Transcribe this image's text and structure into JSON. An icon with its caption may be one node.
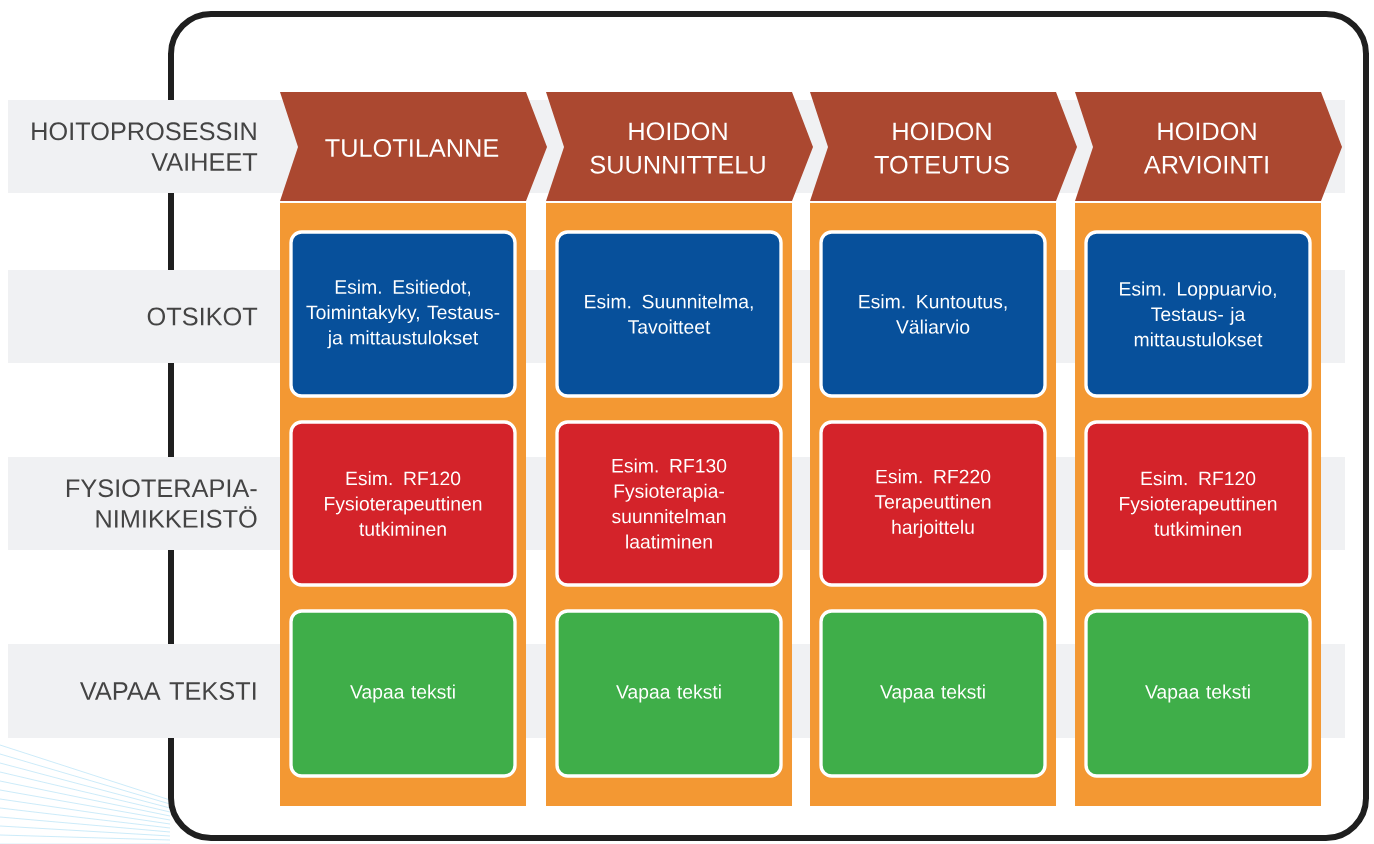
{
  "diagram": {
    "nodes": [
      {
        "text": [
          "HOITOPROSESSIN VAIHEET"
        ]
      },
      {
        "text": [
          "TULOTILANNE"
        ]
      },
      {
        "text": [
          "HOIDON SUUNNITTELU"
        ]
      },
      {
        "text": [
          "HOIDON TOTEUTUS"
        ]
      },
      {
        "text": [
          "HOIDON ARVIOINTI"
        ]
      },
      {
        "text": [
          "OTSIKOT"
        ]
      },
      {
        "text": [
          "Esim. Esitiedot, Toimintakyky, Testaus- ja mittaustulokset"
        ]
      },
      {
        "text": [
          "Esim. Suunnitelma, Tavoitteet"
        ]
      },
      {
        "text": [
          "Esim. Kuntoutus, Väliarvio"
        ]
      },
      {
        "text": [
          "Esim. Loppuarvio, Testaus- ja mittaustulokset"
        ]
      },
      {
        "text": [
          "FYSIOTERAPIA- NIMIKKEISTÖ"
        ]
      },
      {
        "text": [
          "Esim. RF120 Fysioterapeuttinen tutkiminen"
        ]
      },
      {
        "text": [
          "Esim. RF130 Fysioterapia- suunnitelman laatiminen"
        ]
      },
      {
        "text": [
          "Esim. RF220 Terapeuttinen harjoittelu"
        ]
      },
      {
        "text": [
          "Esim. RF120 Fysioterapeuttinen tutkiminen"
        ]
      },
      {
        "text": [
          "VAPAA TEKSTI"
        ]
      },
      {
        "text": [
          "Vapaa teksti"
        ]
      },
      {
        "text": [
          "Vapaa teksti"
        ]
      },
      {
        "text": [
          "Vapaa teksti"
        ]
      },
      {
        "text": [
          "Vapaa teksti"
        ]
      }
    ]
  }
}
